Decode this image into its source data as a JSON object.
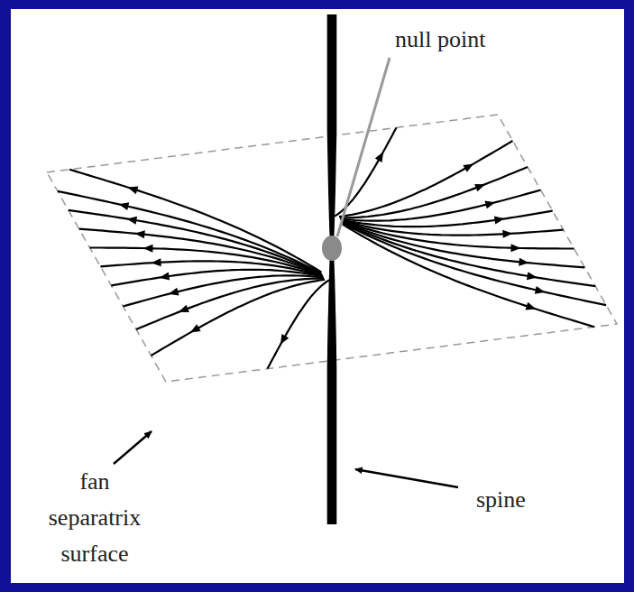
{
  "diagram": {
    "labels": [
      "null point",
      "fan separatrix surface",
      "spine"
    ]
  }
}
